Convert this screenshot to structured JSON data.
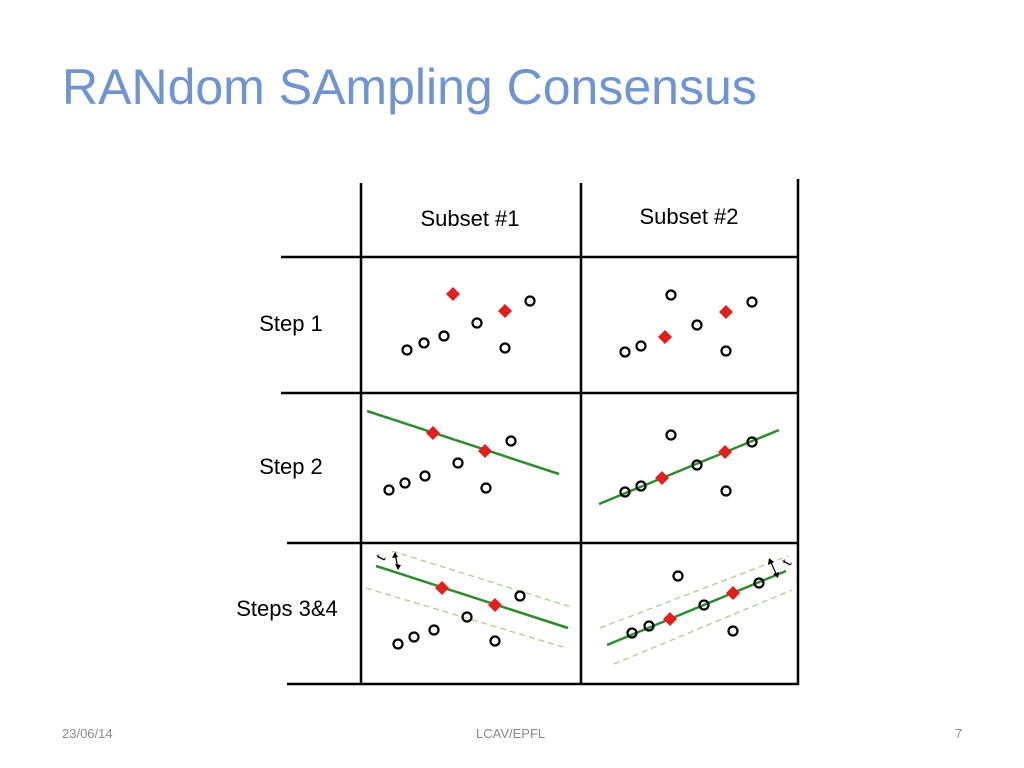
{
  "slide": {
    "title": "RANdom SAmpling Consensus",
    "footer_date": "23/06/14",
    "footer_center": "LCAV/EPFL",
    "page_number": "7"
  },
  "diagram": {
    "columns": [
      "Subset #1",
      "Subset #2"
    ],
    "rows": [
      "Step 1",
      "Step 2",
      "Steps 3&4"
    ],
    "threshold_label": "t",
    "colors": {
      "grid": "#000000",
      "selected_point": "#e02020",
      "model_line": "#2e8b2e",
      "threshold_band": "#a8d090",
      "data_point": "#000000"
    }
  }
}
